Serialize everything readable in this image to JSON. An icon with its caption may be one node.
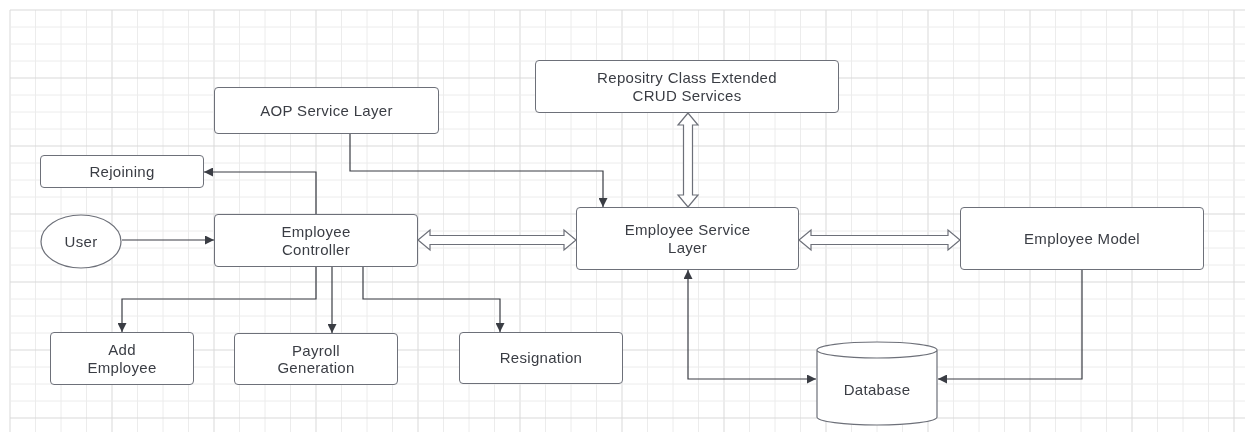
{
  "diagram": {
    "nodes": [
      {
        "text": [
          "AOP Service Layer"
        ]
      },
      {
        "text": [
          "Repositry Class Extended CRUD Services"
        ]
      },
      {
        "text": [
          "Rejoining"
        ]
      },
      {
        "text": [
          "User"
        ]
      },
      {
        "text": [
          "Employee Controller"
        ]
      },
      {
        "text": [
          "Employee Service Layer"
        ]
      },
      {
        "text": [
          "Employee Model"
        ]
      },
      {
        "text": [
          "Add Employee"
        ]
      },
      {
        "text": [
          "Payroll Generation"
        ]
      },
      {
        "text": [
          "Resignation"
        ]
      },
      {
        "text": [
          "Database"
        ]
      }
    ],
    "edges": [
      {
        "from": 3,
        "to": 4,
        "arrow": "to"
      },
      {
        "from": 4,
        "to": 2,
        "arrow": "to"
      },
      {
        "from": 0,
        "to": 5,
        "arrow": "to"
      },
      {
        "from": 4,
        "to": 5,
        "arrow": "both",
        "style": "thick"
      },
      {
        "from": 1,
        "to": 5,
        "arrow": "both",
        "style": "thick"
      },
      {
        "from": 5,
        "to": 6,
        "arrow": "both",
        "style": "thick"
      },
      {
        "from": 4,
        "to": 7,
        "arrow": "to"
      },
      {
        "from": 4,
        "to": 8,
        "arrow": "to"
      },
      {
        "from": 4,
        "to": 9,
        "arrow": "to"
      },
      {
        "from": 5,
        "to": 10,
        "arrow": "both"
      },
      {
        "from": 6,
        "to": 10,
        "arrow": "to"
      }
    ]
  }
}
